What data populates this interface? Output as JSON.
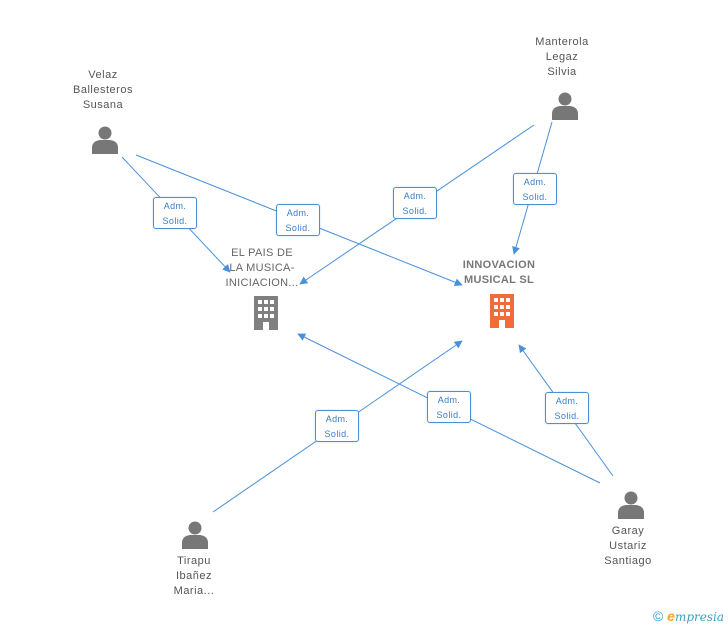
{
  "people": [
    {
      "id": "velaz",
      "label": "Velaz\nBallesteros\nSusana"
    },
    {
      "id": "manterola",
      "label": "Manterola\nLegaz\nSilvia"
    },
    {
      "id": "tirapu",
      "label": "Tirapu\nIbañez\nMaria..."
    },
    {
      "id": "garay",
      "label": "Garay\nUstariz\nSantiago"
    }
  ],
  "companies": [
    {
      "id": "elpais",
      "label": "EL PAIS DE\nLA MUSICA-\nINICIACION...",
      "color": "#808080"
    },
    {
      "id": "innovacion",
      "label": "INNOVACION\nMUSICAL  SL",
      "color": "#f26b3a"
    }
  ],
  "relations": [
    {
      "id": "r1",
      "label": "Adm.\nSolid."
    },
    {
      "id": "r2",
      "label": "Adm.\nSolid."
    },
    {
      "id": "r3",
      "label": "Adm.\nSolid."
    },
    {
      "id": "r4",
      "label": "Adm.\nSolid."
    },
    {
      "id": "r5",
      "label": "Adm.\nSolid."
    },
    {
      "id": "r6",
      "label": "Adm.\nSolid."
    },
    {
      "id": "r7",
      "label": "Adm.\nSolid."
    }
  ],
  "colors": {
    "edge": "#4a90d9",
    "person": "#777777"
  },
  "footer": {
    "copyright": "©",
    "brand_initial": "e",
    "brand_rest": "mpresia"
  }
}
